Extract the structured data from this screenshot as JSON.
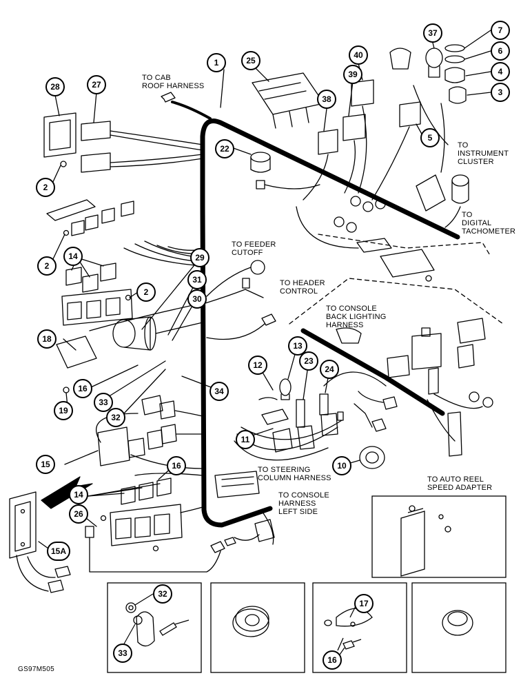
{
  "drawing_code": "GS97M505",
  "labels": {
    "cab_roof": [
      "TO CAB",
      "ROOF HARNESS"
    ],
    "instrument_cluster": [
      "TO",
      "INSTRUMENT",
      "CLUSTER"
    ],
    "digital_tach": [
      "TO",
      "DIGITAL",
      "TACHOMETER"
    ],
    "feeder_cutoff": [
      "TO FEEDER",
      "CUTOFF"
    ],
    "header_control": [
      "TO HEADER",
      "CONTROL"
    ],
    "console_back": [
      "TO CONSOLE",
      "BACK LIGHTING",
      "HARNESS"
    ],
    "steering": [
      "TO STEERING",
      "COLUMN HARNESS"
    ],
    "console_left": [
      "TO CONSOLE",
      "HARNESS",
      "LEFT SIDE"
    ],
    "auto_reel": [
      "TO AUTO REEL",
      "SPEED ADAPTER"
    ]
  },
  "callouts": [
    {
      "id": "c1",
      "text": "1"
    },
    {
      "id": "c25",
      "text": "25"
    },
    {
      "id": "c40",
      "text": "40"
    },
    {
      "id": "c37",
      "text": "37"
    },
    {
      "id": "c7",
      "text": "7"
    },
    {
      "id": "c6",
      "text": "6"
    },
    {
      "id": "c4",
      "text": "4"
    },
    {
      "id": "c3",
      "text": "3"
    },
    {
      "id": "c39",
      "text": "39"
    },
    {
      "id": "c38",
      "text": "38"
    },
    {
      "id": "c5",
      "text": "5"
    },
    {
      "id": "c28",
      "text": "28"
    },
    {
      "id": "c27",
      "text": "27"
    },
    {
      "id": "c2a",
      "text": "2"
    },
    {
      "id": "c22",
      "text": "22"
    },
    {
      "id": "c2b",
      "text": "2"
    },
    {
      "id": "c14a",
      "text": "14"
    },
    {
      "id": "c2c",
      "text": "2"
    },
    {
      "id": "c29",
      "text": "29"
    },
    {
      "id": "c31",
      "text": "31"
    },
    {
      "id": "c30",
      "text": "30"
    },
    {
      "id": "c18",
      "text": "18"
    },
    {
      "id": "c16a",
      "text": "16"
    },
    {
      "id": "c19",
      "text": "19"
    },
    {
      "id": "c33a",
      "text": "33"
    },
    {
      "id": "c32a",
      "text": "32"
    },
    {
      "id": "c34",
      "text": "34"
    },
    {
      "id": "c13",
      "text": "13"
    },
    {
      "id": "c12",
      "text": "12"
    },
    {
      "id": "c23",
      "text": "23"
    },
    {
      "id": "c24",
      "text": "24"
    },
    {
      "id": "c11",
      "text": "11"
    },
    {
      "id": "c10",
      "text": "10"
    },
    {
      "id": "c15",
      "text": "15"
    },
    {
      "id": "c16b",
      "text": "16"
    },
    {
      "id": "c14b",
      "text": "14"
    },
    {
      "id": "c26",
      "text": "26"
    },
    {
      "id": "c15A",
      "text": "15A"
    },
    {
      "id": "c32b",
      "text": "32"
    },
    {
      "id": "c33b",
      "text": "33"
    },
    {
      "id": "c17",
      "text": "17"
    },
    {
      "id": "c16c",
      "text": "16"
    }
  ]
}
